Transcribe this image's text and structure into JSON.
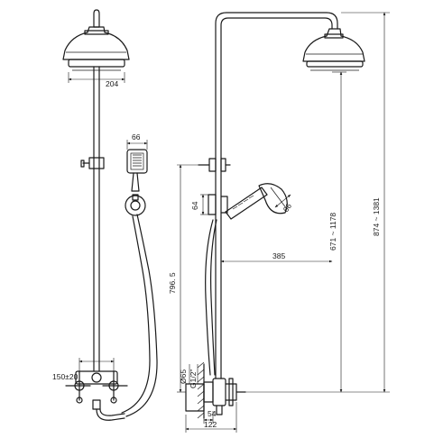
{
  "dimensions": {
    "head_diameter": "204",
    "hand_shower_diameter": "66",
    "holder_height": "64",
    "hand_shower_head": "66",
    "arm_length": "385",
    "head_height_range": "671 ~ 1178",
    "total_height_range": "874 ~ 1381",
    "handshower_height": "796. 5",
    "valve_spacing": "150±20",
    "outlet_diameter": "Ø65",
    "thread": "G1/2\"",
    "depth_small": "54",
    "depth_total": "122"
  }
}
